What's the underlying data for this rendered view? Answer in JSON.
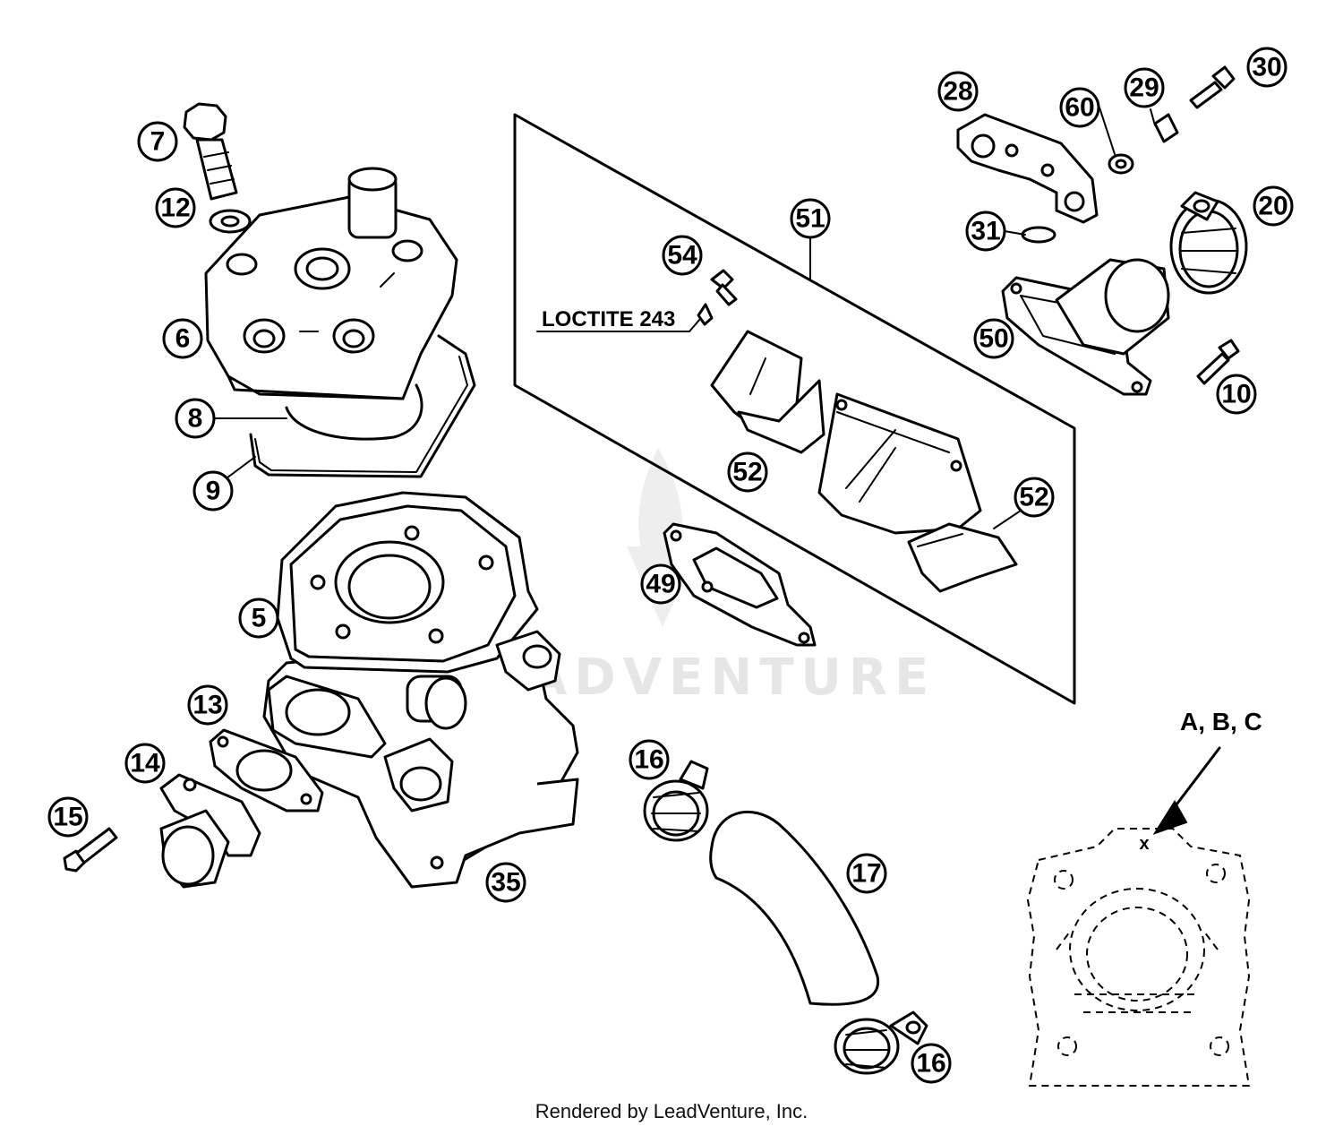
{
  "diagram": {
    "callouts": [
      {
        "id": "7",
        "text": "7"
      },
      {
        "id": "12",
        "text": "12"
      },
      {
        "id": "6",
        "text": "6"
      },
      {
        "id": "8",
        "text": "8"
      },
      {
        "id": "9",
        "text": "9"
      },
      {
        "id": "5",
        "text": "5"
      },
      {
        "id": "13",
        "text": "13"
      },
      {
        "id": "14",
        "text": "14"
      },
      {
        "id": "15",
        "text": "15"
      },
      {
        "id": "35",
        "text": "35"
      },
      {
        "id": "51",
        "text": "51"
      },
      {
        "id": "54",
        "text": "54"
      },
      {
        "id": "52a",
        "text": "52"
      },
      {
        "id": "52b",
        "text": "52"
      },
      {
        "id": "49",
        "text": "49"
      },
      {
        "id": "28",
        "text": "28"
      },
      {
        "id": "60",
        "text": "60"
      },
      {
        "id": "29",
        "text": "29"
      },
      {
        "id": "30",
        "text": "30"
      },
      {
        "id": "31",
        "text": "31"
      },
      {
        "id": "20",
        "text": "20"
      },
      {
        "id": "50",
        "text": "50"
      },
      {
        "id": "10",
        "text": "10"
      },
      {
        "id": "16a",
        "text": "16"
      },
      {
        "id": "17",
        "text": "17"
      },
      {
        "id": "16b",
        "text": "16"
      }
    ],
    "loctite_label": "LOCTITE 243",
    "variant_label": "A, B, C",
    "variant_mark": "x",
    "watermark": "LEADVENTURE"
  },
  "footer": {
    "text": "Rendered by LeadVenture, Inc."
  }
}
